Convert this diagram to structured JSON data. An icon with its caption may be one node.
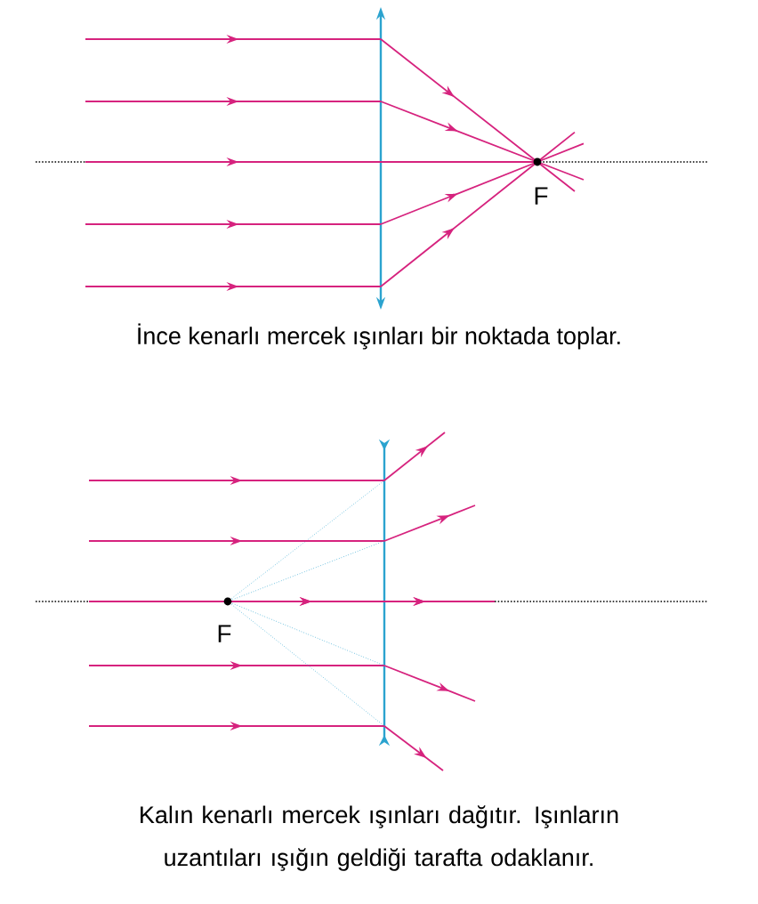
{
  "diagram": {
    "labels": [
      "F",
      "İnce kenarlı mercek ışınları bir noktada toplar.",
      "F",
      "Kalın kenarlı mercek ışınları dağıtır. Işınların uzantıları ışığın geldiği tarafta odaklanır."
    ]
  }
}
